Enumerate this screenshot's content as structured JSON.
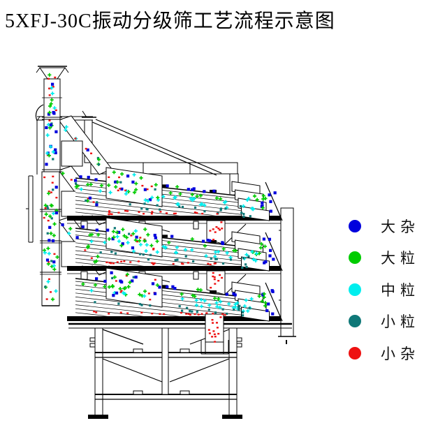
{
  "title": "5XFJ-30C振动分级筛工艺流程示意图",
  "machine_model": "5XFJ-30C",
  "legend": {
    "items": [
      {
        "label": "大杂",
        "color": "#0000dd"
      },
      {
        "label": "大粒",
        "color": "#00cc00"
      },
      {
        "label": "中粒",
        "color": "#00eeee"
      },
      {
        "label": "小粒",
        "color": "#0f7878"
      },
      {
        "label": "小杂",
        "color": "#ee1111"
      }
    ]
  },
  "diagram": {
    "line_color": "#000000",
    "background": "#ffffff",
    "deck_count": 3
  }
}
